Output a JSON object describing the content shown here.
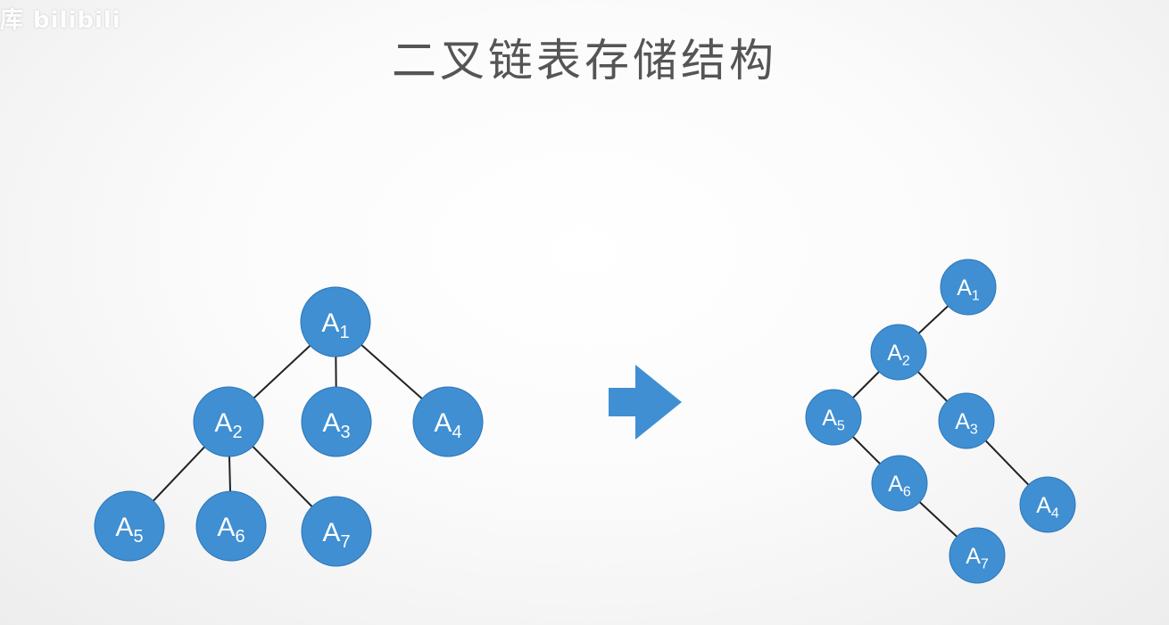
{
  "watermark": "库 bilibili",
  "title": "二叉链表存储结构",
  "colors": {
    "node_fill": "#3f8fd2",
    "edge": "#222222",
    "arrow": "#3f8fd2",
    "title": "#555555"
  },
  "left_tree": {
    "nodes": [
      {
        "id": "A1",
        "base": "A",
        "sub": "1"
      },
      {
        "id": "A2",
        "base": "A",
        "sub": "2"
      },
      {
        "id": "A3",
        "base": "A",
        "sub": "3"
      },
      {
        "id": "A4",
        "base": "A",
        "sub": "4"
      },
      {
        "id": "A5",
        "base": "A",
        "sub": "5"
      },
      {
        "id": "A6",
        "base": "A",
        "sub": "6"
      },
      {
        "id": "A7",
        "base": "A",
        "sub": "7"
      }
    ],
    "edges": [
      [
        "A1",
        "A2"
      ],
      [
        "A1",
        "A3"
      ],
      [
        "A1",
        "A4"
      ],
      [
        "A2",
        "A5"
      ],
      [
        "A2",
        "A6"
      ],
      [
        "A2",
        "A7"
      ]
    ]
  },
  "arrow": {
    "icon": "right-arrow-icon"
  },
  "right_tree": {
    "nodes": [
      {
        "id": "A1",
        "base": "A",
        "sub": "1"
      },
      {
        "id": "A2",
        "base": "A",
        "sub": "2"
      },
      {
        "id": "A3",
        "base": "A",
        "sub": "3"
      },
      {
        "id": "A4",
        "base": "A",
        "sub": "4"
      },
      {
        "id": "A5",
        "base": "A",
        "sub": "5"
      },
      {
        "id": "A6",
        "base": "A",
        "sub": "6"
      },
      {
        "id": "A7",
        "base": "A",
        "sub": "7"
      }
    ],
    "edges": [
      [
        "A1",
        "A2"
      ],
      [
        "A2",
        "A5"
      ],
      [
        "A2",
        "A3"
      ],
      [
        "A3",
        "A4"
      ],
      [
        "A5",
        "A6"
      ],
      [
        "A6",
        "A7"
      ]
    ]
  }
}
